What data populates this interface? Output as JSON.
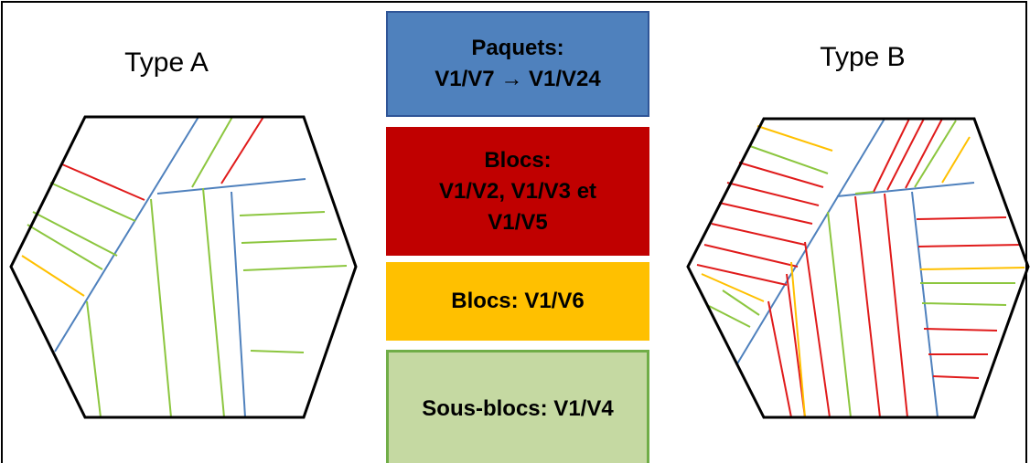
{
  "diagram": {
    "type_a": {
      "title": "Type A"
    },
    "type_b": {
      "title": "Type B"
    },
    "legend": [
      {
        "id": "packets",
        "text": "Paquets:\nV1/V7 → V1/V24",
        "color": "#4f81bd"
      },
      {
        "id": "blocks_red",
        "text": "Blocs:\nV1/V2, V1/V3 et\nV1/V5",
        "color": "#c00000"
      },
      {
        "id": "blocks_yellow",
        "text": "Blocs: V1/V6",
        "color": "#ffc000"
      },
      {
        "id": "subblocks",
        "text": "Sous-blocs: V1/V4",
        "color": "#c5d9a2"
      }
    ],
    "colors": {
      "boundary_blue": "#4f81bd",
      "red": "#e01b1b",
      "green": "#8cc63f",
      "yellow": "#ffc000",
      "outline": "#000000"
    }
  }
}
